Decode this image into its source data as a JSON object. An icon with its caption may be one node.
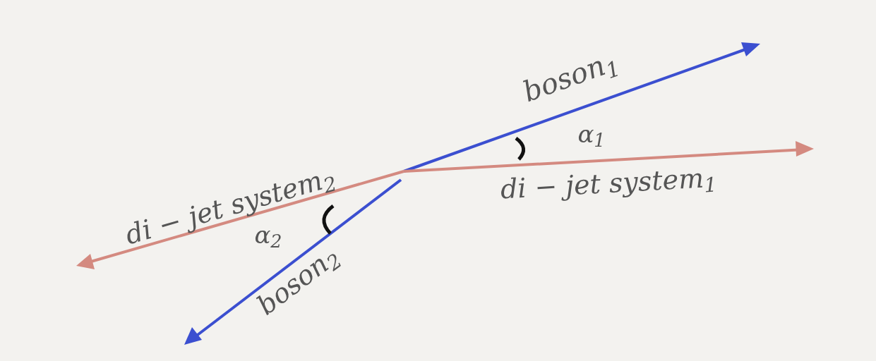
{
  "diagram": {
    "labels": [
      "boson$_{1}$",
      "α$_{1}$",
      "di − jet system$_{2}$",
      "di − jet system$_{1}$",
      "α$_{2}$",
      "boson$_{2}$"
    ]
  }
}
